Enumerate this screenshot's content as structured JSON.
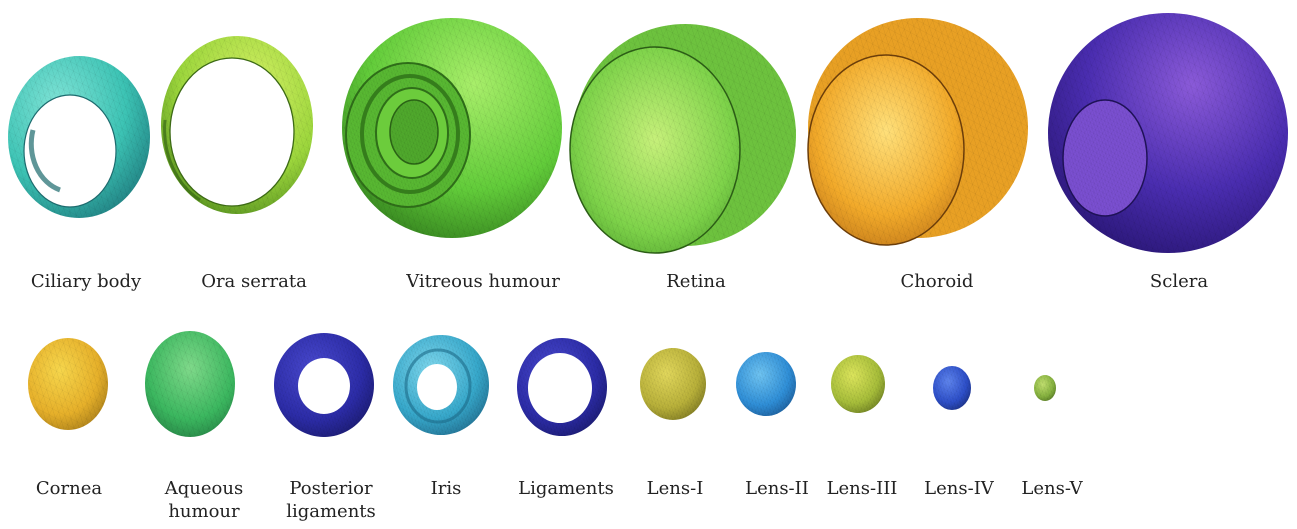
{
  "figure": {
    "top_row": [
      {
        "label": "Ciliary body",
        "shape": "ring",
        "color": "#3cc3b4"
      },
      {
        "label": "Ora serrata",
        "shape": "ring",
        "color": "#9cd63c"
      },
      {
        "label": "Vitreous humour",
        "shape": "sphere-with-rings",
        "color": "#62cc3a"
      },
      {
        "label": "Retina",
        "shape": "cut-sphere",
        "color": "#7ed34a"
      },
      {
        "label": "Choroid",
        "shape": "cut-sphere",
        "color": "#f2aa2a"
      },
      {
        "label": "Sclera",
        "shape": "sphere-with-window",
        "color": "#4a2db0"
      }
    ],
    "bottom_row": [
      {
        "label": "Cornea",
        "shape": "disc",
        "color": "#e6b02a"
      },
      {
        "label": "Aqueous humour",
        "label_lines": [
          "Aqueous",
          "humour"
        ],
        "shape": "disc",
        "color": "#3bb75f"
      },
      {
        "label": "Posterior ligaments",
        "label_lines": [
          "Posterior",
          "ligaments"
        ],
        "shape": "ring",
        "color": "#2c2ca8"
      },
      {
        "label": "Iris",
        "shape": "ring",
        "color": "#37a9cc"
      },
      {
        "label": "Ligaments",
        "shape": "ring",
        "color": "#2e2ca8"
      },
      {
        "label": "Lens-I",
        "shape": "disc",
        "color": "#b9b13a"
      },
      {
        "label": "Lens-II",
        "shape": "disc",
        "color": "#2f8fd8"
      },
      {
        "label": "Lens-III",
        "shape": "disc",
        "color": "#a7be3a"
      },
      {
        "label": "Lens-IV",
        "shape": "disc",
        "color": "#2d4fc9"
      },
      {
        "label": "Lens-V",
        "shape": "disc",
        "color": "#86b23f"
      }
    ]
  }
}
